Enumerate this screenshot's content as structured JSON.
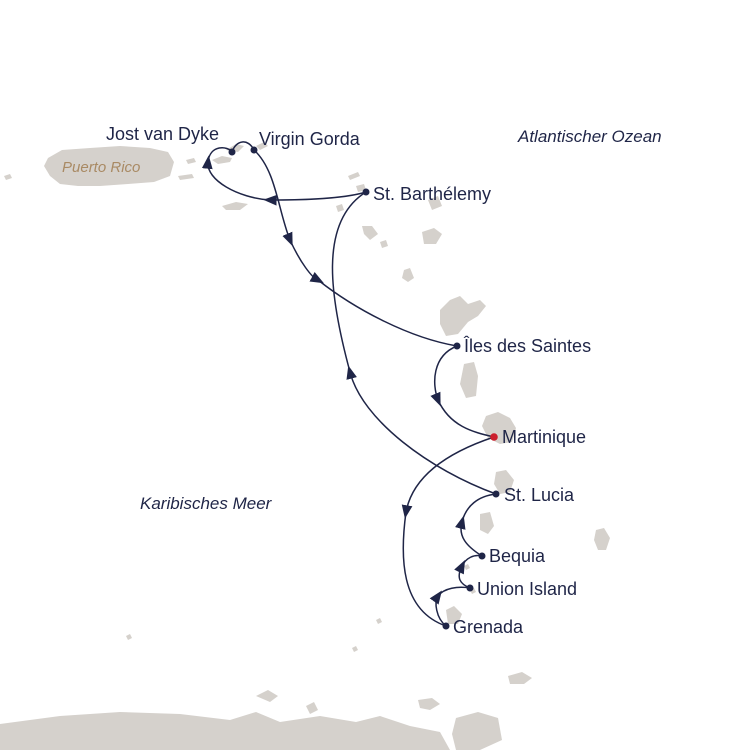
{
  "colors": {
    "land": "#d5d1cc",
    "route": "#1f2547",
    "port_dot": "#1f2547",
    "start_port": "#cc1f2d",
    "water_label": "#1f2547",
    "land_label": "#a98a64"
  },
  "map": {
    "regions": {
      "puerto_rico": "Puerto Rico",
      "atlantic": "Atlantischer Ozean",
      "caribbean": "Karibisches Meer"
    },
    "ports": [
      {
        "id": "jost",
        "name": "Jost van Dyke"
      },
      {
        "id": "virgin",
        "name": "Virgin Gorda"
      },
      {
        "id": "barth",
        "name": "St. Barthélemy"
      },
      {
        "id": "saintes",
        "name": "Îles des Saintes"
      },
      {
        "id": "martinique",
        "name": "Martinique",
        "highlight": true
      },
      {
        "id": "lucia",
        "name": "St. Lucia"
      },
      {
        "id": "bequia",
        "name": "Bequia"
      },
      {
        "id": "union",
        "name": "Union Island"
      },
      {
        "id": "grenada",
        "name": "Grenada"
      }
    ],
    "route_order": [
      "martinique",
      "grenada",
      "union",
      "bequia",
      "lucia",
      "barth",
      "jost",
      "virgin",
      "saintes",
      "martinique"
    ]
  }
}
